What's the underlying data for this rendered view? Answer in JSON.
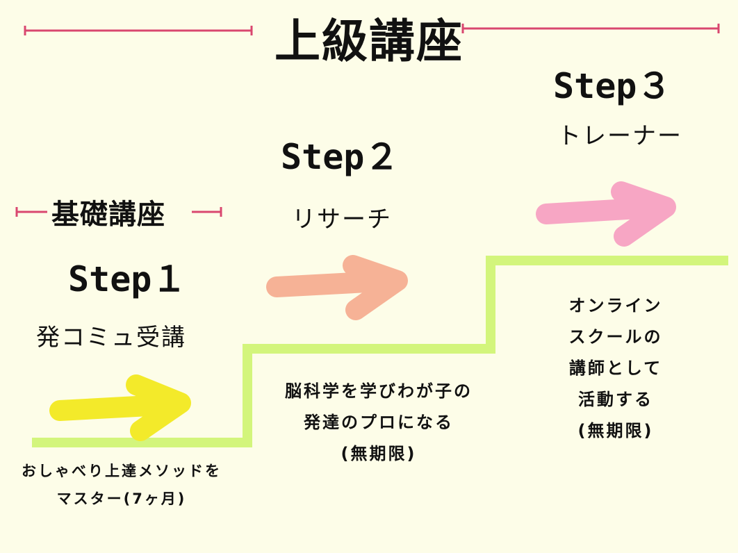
{
  "title": "上級講座",
  "subtitle": "基礎講座",
  "steps": [
    {
      "label": "Step１",
      "name": "発コミュ受講",
      "description_lines": [
        "おしゃべり上達メソッドを",
        "マスター(7ヶ月)"
      ],
      "arrow_color": "#f3ea2a"
    },
    {
      "label": "Step２",
      "name": "リサーチ",
      "description_lines": [
        "脳科学を学びわが子の",
        "発達のプロになる",
        "(無期限)"
      ],
      "arrow_color": "#f6b296"
    },
    {
      "label": "Step３",
      "name": "トレーナー",
      "description_lines": [
        "オンライン",
        "スクールの",
        "講師として",
        "活動する",
        "(無期限)"
      ],
      "arrow_color": "#f7a6c4"
    }
  ],
  "colors": {
    "background": "#fdfde8",
    "stair": "#d3f57c",
    "bracket": "#d9476f"
  }
}
